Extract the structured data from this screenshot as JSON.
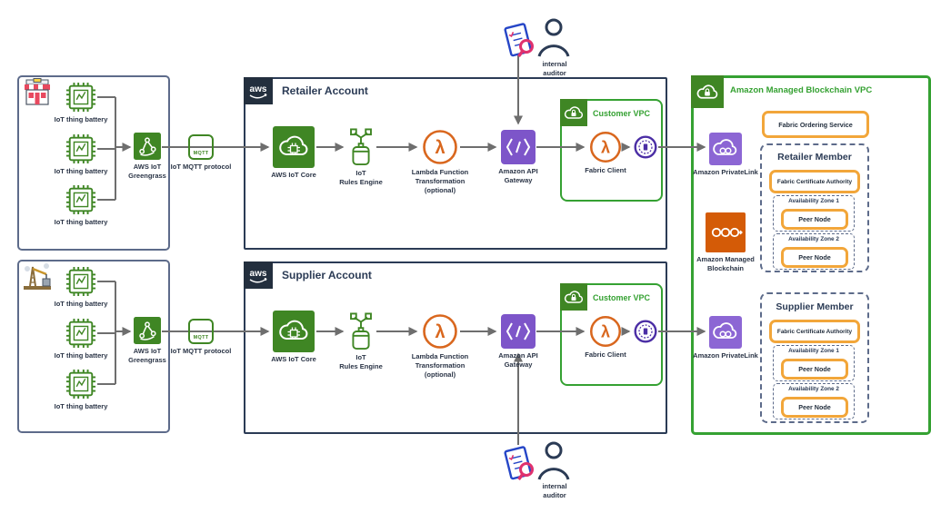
{
  "palette": {
    "green_icon": "#3f8624",
    "green_vpc": "#35a132",
    "orange_lambda": "#d9671e",
    "orange_blockchain": "#d45b07",
    "purple_api_gateway": "#7d55c9",
    "purple_privatelink": "#8c66d4",
    "purple_endpoint": "#4b2ea5",
    "navy": "#2b3b55",
    "yellow": "#f2a63a",
    "slate": "#5d6b8a",
    "arrow": "#6e6e6e"
  },
  "retailer_site": {
    "site_icon": "store-icon",
    "things": [
      {
        "label": "IoT thing battery"
      },
      {
        "label": "IoT thing battery"
      },
      {
        "label": "IoT thing battery"
      }
    ],
    "greengrass_label": "AWS IoT\nGreengrass",
    "mqtt_badge": "MQTT",
    "mqtt_label": "IoT MQTT protocol"
  },
  "supplier_site": {
    "site_icon": "factory-icon",
    "things": [
      {
        "label": "IoT thing battery"
      },
      {
        "label": "IoT thing battery"
      },
      {
        "label": "IoT thing battery"
      }
    ],
    "greengrass_label": "AWS IoT\nGreengrass",
    "mqtt_badge": "MQTT",
    "mqtt_label": "IoT MQTT protocol"
  },
  "retailer_account": {
    "logo_text": "aws",
    "title": "Retailer Account",
    "iot_core": "AWS IoT Core",
    "rules_engine": "IoT\nRules Engine",
    "lambda": "Lambda Function\nTransformation\n(optional)",
    "api_gateway": "Amazon API\nGateway",
    "vpc_title": "Customer VPC",
    "fabric_client": "Fabric Client"
  },
  "supplier_account": {
    "logo_text": "aws",
    "title": "Supplier Account",
    "iot_core": "AWS IoT Core",
    "rules_engine": "IoT\nRules Engine",
    "lambda": "Lambda Function\nTransformation\n(optional)",
    "api_gateway": "Amazon API\nGateway",
    "vpc_title": "Customer VPC",
    "fabric_client": "Fabric Client"
  },
  "auditors": {
    "top": "internal\nauditor",
    "bottom": "internal\nauditor"
  },
  "blockchain": {
    "title": "Amazon Managed Blockchain VPC",
    "privatelink_retailer": "Amazon PrivateLink",
    "privatelink_supplier": "Amazon PrivateLink",
    "managed_blockchain": "Amazon Managed\nBlockchain",
    "ordering_service": "Fabric Ordering Service",
    "retailer_member": {
      "title": "Retailer Member",
      "ca": "Fabric Certificate Authority",
      "zones": [
        {
          "title": "Availability Zone 1",
          "node": "Peer Node"
        },
        {
          "title": "Availability Zone 2",
          "node": "Peer Node"
        }
      ]
    },
    "supplier_member": {
      "title": "Supplier Member",
      "ca": "Fabric Certificate Authority",
      "zones": [
        {
          "title": "Availability Zone 1",
          "node": "Peer Node"
        },
        {
          "title": "Availability Zone 2",
          "node": "Peer Node"
        }
      ]
    }
  }
}
